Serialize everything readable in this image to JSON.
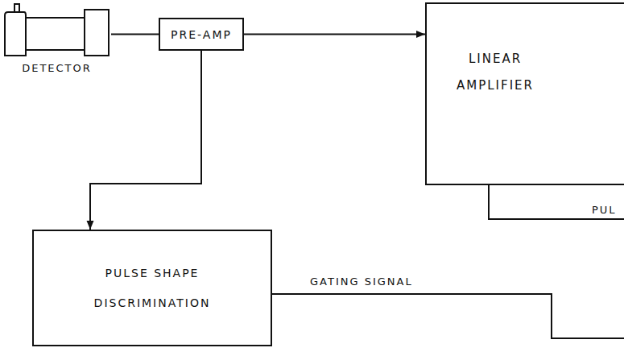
{
  "diagram": {
    "nodes": [
      {
        "text": [
          "DETECTOR"
        ]
      },
      {
        "text": [
          "PRE-AMP"
        ]
      },
      {
        "text": [
          "LINEAR AMPLIFIER"
        ]
      },
      {
        "text": [
          "PULSE SHAPE DISCRIMINATION"
        ]
      }
    ],
    "edges": [
      {
        "from": 0,
        "to": 1,
        "arrow": "none"
      },
      {
        "from": 1,
        "to": 2,
        "arrow": "to"
      },
      {
        "from": 1,
        "to": 3,
        "arrow": "to"
      }
    ],
    "labels": [
      "GATING SIGNAL",
      "PUL"
    ]
  }
}
